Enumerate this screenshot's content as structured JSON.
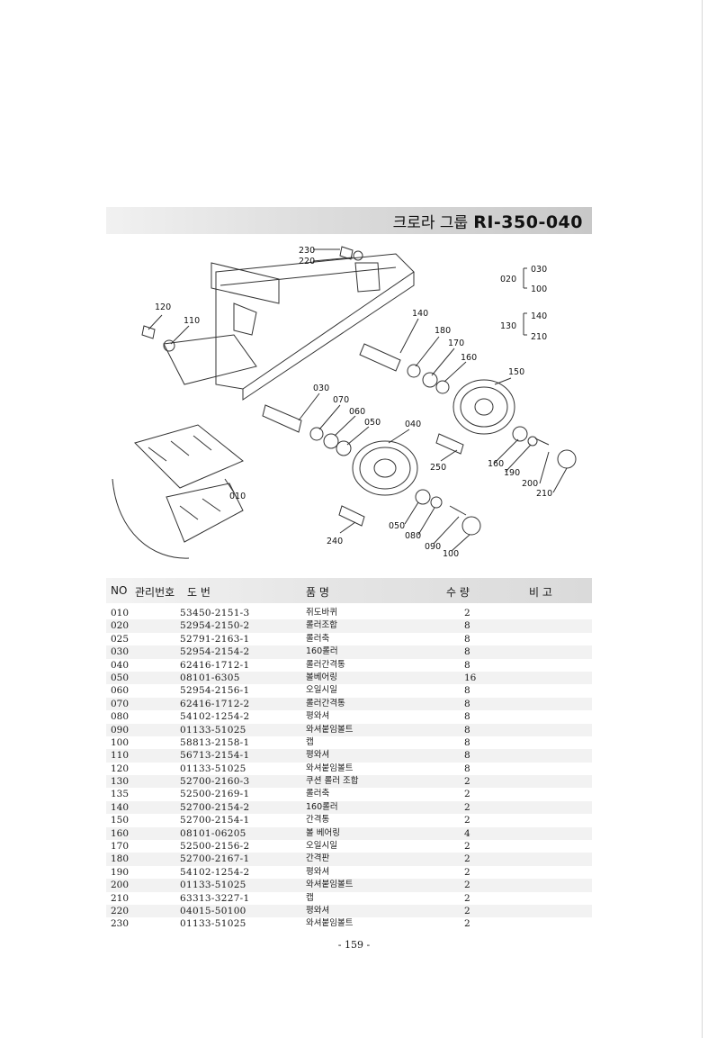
{
  "header": {
    "title": "크로라 그룹",
    "code": "RI-350-040"
  },
  "diagram": {
    "callouts": [
      "230",
      "220",
      "020",
      "030",
      "100",
      "120",
      "110",
      "140",
      "130",
      "140",
      "210",
      "180",
      "170",
      "160",
      "150",
      "030",
      "070",
      "060",
      "050",
      "040",
      "010",
      "250",
      "160",
      "190",
      "200",
      "210",
      "240",
      "050",
      "080",
      "090",
      "100"
    ]
  },
  "table": {
    "headers": {
      "no": "NO",
      "mgmt": "관리번호",
      "drawing": "도  번",
      "name": "품  명",
      "qty": "수  량",
      "remarks": "비  고"
    },
    "rows": [
      {
        "no": "010",
        "part": "53450-2151-3",
        "name": "쥐도바퀴",
        "qty": "2"
      },
      {
        "no": "020",
        "part": "52954-2150-2",
        "name": "롤러조합",
        "qty": "8"
      },
      {
        "no": "025",
        "part": "52791-2163-1",
        "name": "롤러축",
        "qty": "8"
      },
      {
        "no": "030",
        "part": "52954-2154-2",
        "name": "160롤러",
        "qty": "8"
      },
      {
        "no": "040",
        "part": "62416-1712-1",
        "name": "롤러간격통",
        "qty": "8"
      },
      {
        "no": "050",
        "part": "08101-6305",
        "name": "볼베어링",
        "qty": "16"
      },
      {
        "no": "060",
        "part": "52954-2156-1",
        "name": "오일시일",
        "qty": "8"
      },
      {
        "no": "070",
        "part": "62416-1712-2",
        "name": "롤러간격통",
        "qty": "8"
      },
      {
        "no": "080",
        "part": "54102-1254-2",
        "name": "평와셔",
        "qty": "8"
      },
      {
        "no": "090",
        "part": "01133-51025",
        "name": "와셔붙임볼트",
        "qty": "8"
      },
      {
        "no": "100",
        "part": "58813-2158-1",
        "name": "캡",
        "qty": "8"
      },
      {
        "no": "110",
        "part": "56713-2154-1",
        "name": "평와셔",
        "qty": "8"
      },
      {
        "no": "120",
        "part": "01133-51025",
        "name": "와셔붙임볼트",
        "qty": "8"
      },
      {
        "no": "130",
        "part": "52700-2160-3",
        "name": "쿠션 롤러 조합",
        "qty": "2"
      },
      {
        "no": "135",
        "part": "52500-2169-1",
        "name": "롤러축",
        "qty": "2"
      },
      {
        "no": "140",
        "part": "52700-2154-2",
        "name": "160롤러",
        "qty": "2"
      },
      {
        "no": "150",
        "part": "52700-2154-1",
        "name": "간격통",
        "qty": "2"
      },
      {
        "no": "160",
        "part": "08101-06205",
        "name": "볼 베어링",
        "qty": "4"
      },
      {
        "no": "170",
        "part": "52500-2156-2",
        "name": "오일시일",
        "qty": "2"
      },
      {
        "no": "180",
        "part": "52700-2167-1",
        "name": "간격판",
        "qty": "2"
      },
      {
        "no": "190",
        "part": "54102-1254-2",
        "name": "평와셔",
        "qty": "2"
      },
      {
        "no": "200",
        "part": "01133-51025",
        "name": "와셔붙임볼트",
        "qty": "2"
      },
      {
        "no": "210",
        "part": "63313-3227-1",
        "name": "캡",
        "qty": "2"
      },
      {
        "no": "220",
        "part": "04015-50100",
        "name": "평와셔",
        "qty": "2"
      },
      {
        "no": "230",
        "part": "01133-51025",
        "name": "와셔붙임볼트",
        "qty": "2"
      }
    ]
  },
  "footer": {
    "page": "- 159 -"
  }
}
